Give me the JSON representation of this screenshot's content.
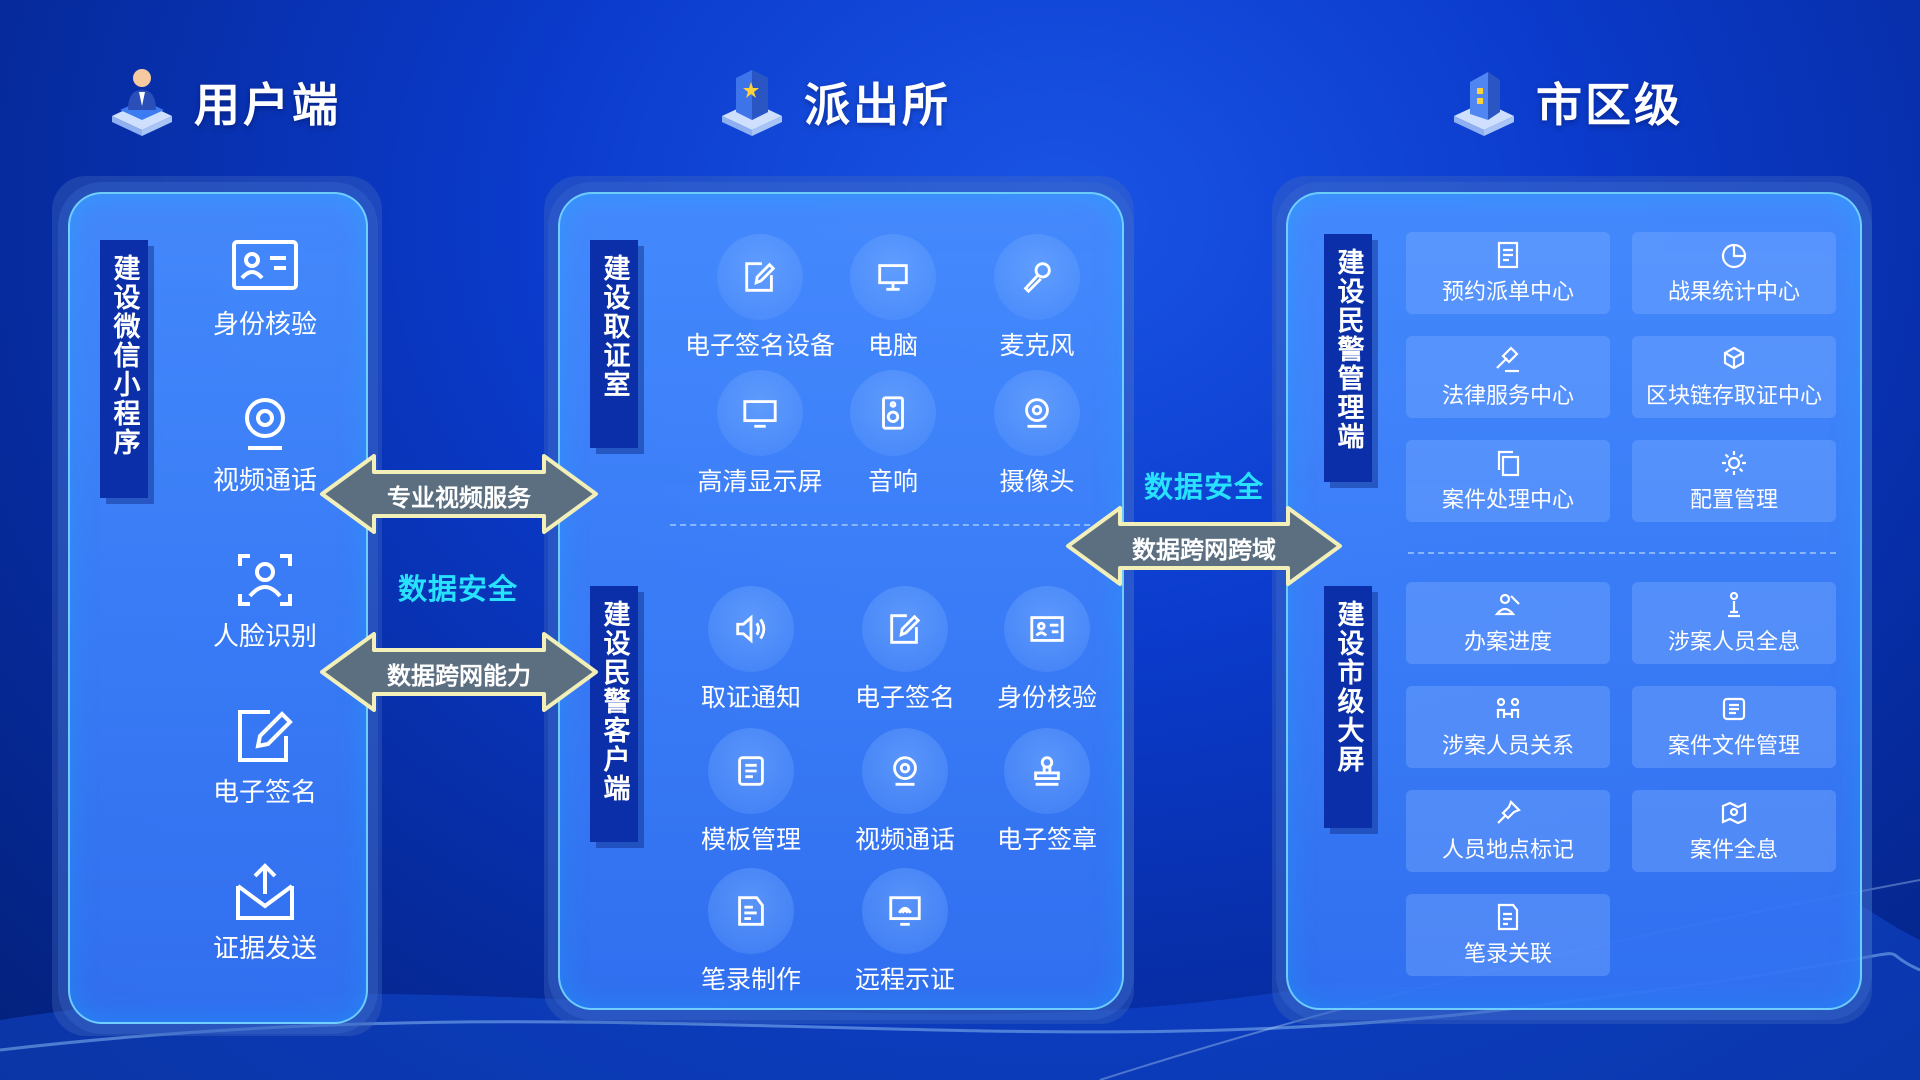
{
  "columns": {
    "user": {
      "title": "用户端"
    },
    "station": {
      "title": "派出所"
    },
    "city": {
      "title": "市区级"
    }
  },
  "user_panel": {
    "label": "建设微信小程序",
    "items": [
      "身份核验",
      "视频通话",
      "人脸识别",
      "电子签名",
      "证据发送"
    ]
  },
  "station_panel": {
    "evidence_room": {
      "label": "建设取证室",
      "items": [
        "电子签名设备",
        "电脑",
        "麦克风",
        "高清显示屏",
        "音响",
        "摄像头"
      ]
    },
    "police_client": {
      "label": "建设民警客户端",
      "items": [
        "取证通知",
        "电子签名",
        "身份核验",
        "模板管理",
        "视频通话",
        "电子签章",
        "笔录制作",
        "远程示证"
      ]
    }
  },
  "city_panel": {
    "management": {
      "label": "建设民警管理端",
      "items": [
        "预约派单中心",
        "战果统计中心",
        "法律服务中心",
        "区块链存取证中心",
        "案件处理中心",
        "配置管理"
      ]
    },
    "big_screen": {
      "label": "建设市级大屏",
      "items": [
        "办案进度",
        "涉案人员全息",
        "涉案人员关系",
        "案件文件管理",
        "人员地点标记",
        "案件全息",
        "笔录关联"
      ]
    }
  },
  "connectors": {
    "left_top": "专业视频服务",
    "left_mid": "数据安全",
    "left_bottom": "数据跨网能力",
    "right_top": "数据安全",
    "right_arrow": "数据跨网跨域"
  },
  "colors": {
    "background": "#0b3bcc",
    "panel": "#4a8cff",
    "label_bar": "#0a2fa8",
    "security_text": "#27e1ff",
    "arrow": "#5b6f80",
    "arrow_border": "#f2efb8"
  }
}
